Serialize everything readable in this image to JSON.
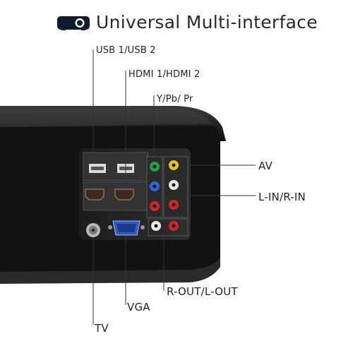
{
  "header": {
    "title": "Universal Multi-interface",
    "icon": "projector-icon"
  },
  "callouts": {
    "usb": "USB 1/USB 2",
    "hdmi": "HDMI 1/HDMI 2",
    "ypbpr": "Y/Pb/ Pr",
    "av": "AV",
    "lin_rin": "L-IN/R-IN",
    "rout_lout": "R-OUT/L-OUT",
    "vga": "VGA",
    "tv": "TV"
  },
  "colors": {
    "line": "#333333",
    "body": "#141414",
    "panel": "#262626",
    "green_jack": "#1fa04a",
    "blue_jack": "#2a6ad8",
    "red_jack": "#d0262a",
    "yellow_jack": "#e6c21a",
    "white_jack": "#e8e8e8",
    "vga_blue": "#2e5bc8"
  }
}
